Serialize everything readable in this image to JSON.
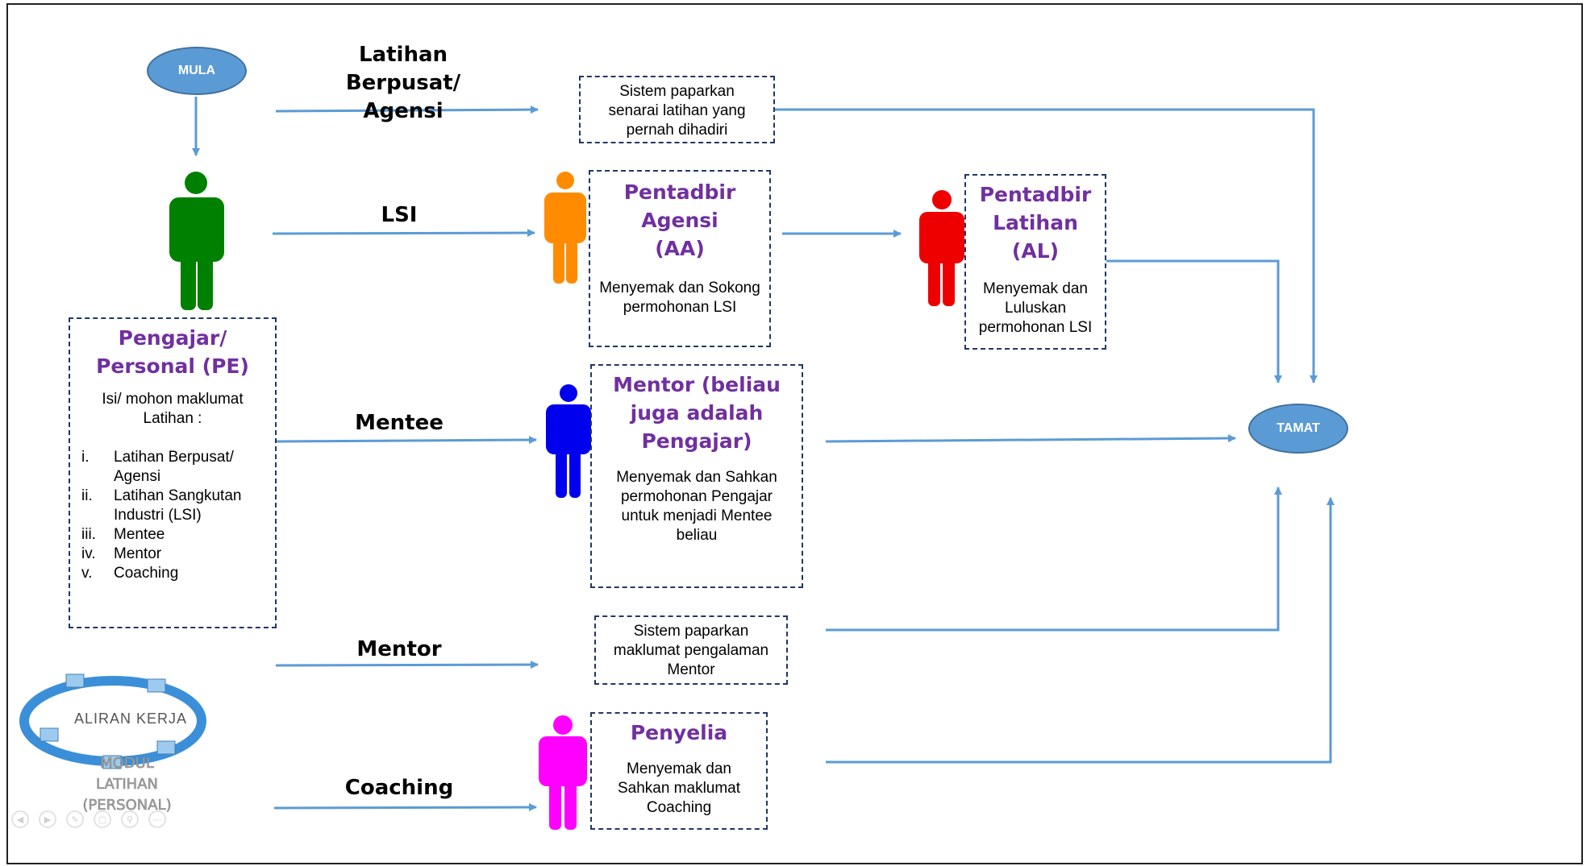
{
  "colors": {
    "arrow": "#5b9bd5",
    "title_purple": "#7030a0",
    "pe_person": "#008000",
    "aa_person": "#ff8c00",
    "al_person": "#ee0000",
    "mentor_person": "#0000ee",
    "penyelia_person": "#ff00ff"
  },
  "nodes": {
    "start": "MULA",
    "end": "TAMAT"
  },
  "edge_labels": {
    "latihan": "Latihan Berpusat/ Agensi",
    "lsi": "LSI",
    "mentee": "Mentee",
    "mentor": "Mentor",
    "coaching": "Coaching"
  },
  "pe_box": {
    "title": "Pengajar/ Personal (PE)",
    "intro": "Isi/ mohon maklumat Latihan :",
    "items": [
      {
        "num": "i.",
        "text": "Latihan Berpusat/ Agensi"
      },
      {
        "num": "ii.",
        "text": "Latihan Sangkutan Industri (LSI)"
      },
      {
        "num": "iii.",
        "text": "Mentee"
      },
      {
        "num": "iv.",
        "text": "Mentor"
      },
      {
        "num": "v.",
        "text": "Coaching"
      }
    ]
  },
  "sistem_latihan": "Sistem paparkan senarai latihan yang pernah dihadiri",
  "aa_box": {
    "title": "Pentadbir Agensi (AA)",
    "desc": "Menyemak dan Sokong permohonan LSI"
  },
  "al_box": {
    "title": "Pentadbir Latihan (AL)",
    "desc": "Menyemak dan Luluskan permohonan LSI"
  },
  "mentor_box": {
    "title": "Mentor (beliau juga adalah Pengajar)",
    "desc": "Menyemak dan Sahkan permohonan Pengajar untuk menjadi Mentee beliau"
  },
  "sistem_mentor": "Sistem paparkan maklumat pengalaman Mentor",
  "penyelia_box": {
    "title": "Penyelia",
    "desc": "Menyemak dan Sahkan maklumat Coaching"
  },
  "logo": {
    "ring_text": "ALIRAN KERJA",
    "caption": "MODUL LATIHAN (PERSONAL)"
  }
}
